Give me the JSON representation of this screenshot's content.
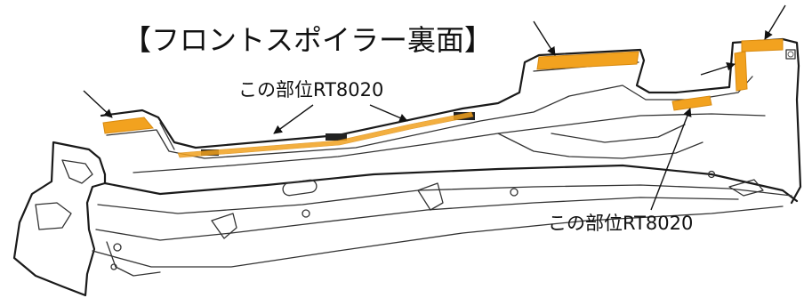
{
  "title": "【フロントスポイラー裏面】",
  "callouts": [
    {
      "text": "この部位RT8020"
    },
    {
      "text": "この部位RT8020"
    }
  ],
  "colors": {
    "tape": "#f2a21f",
    "tape_edge": "#d88a10",
    "line": "#1a1a1a",
    "clip": "#222222"
  }
}
